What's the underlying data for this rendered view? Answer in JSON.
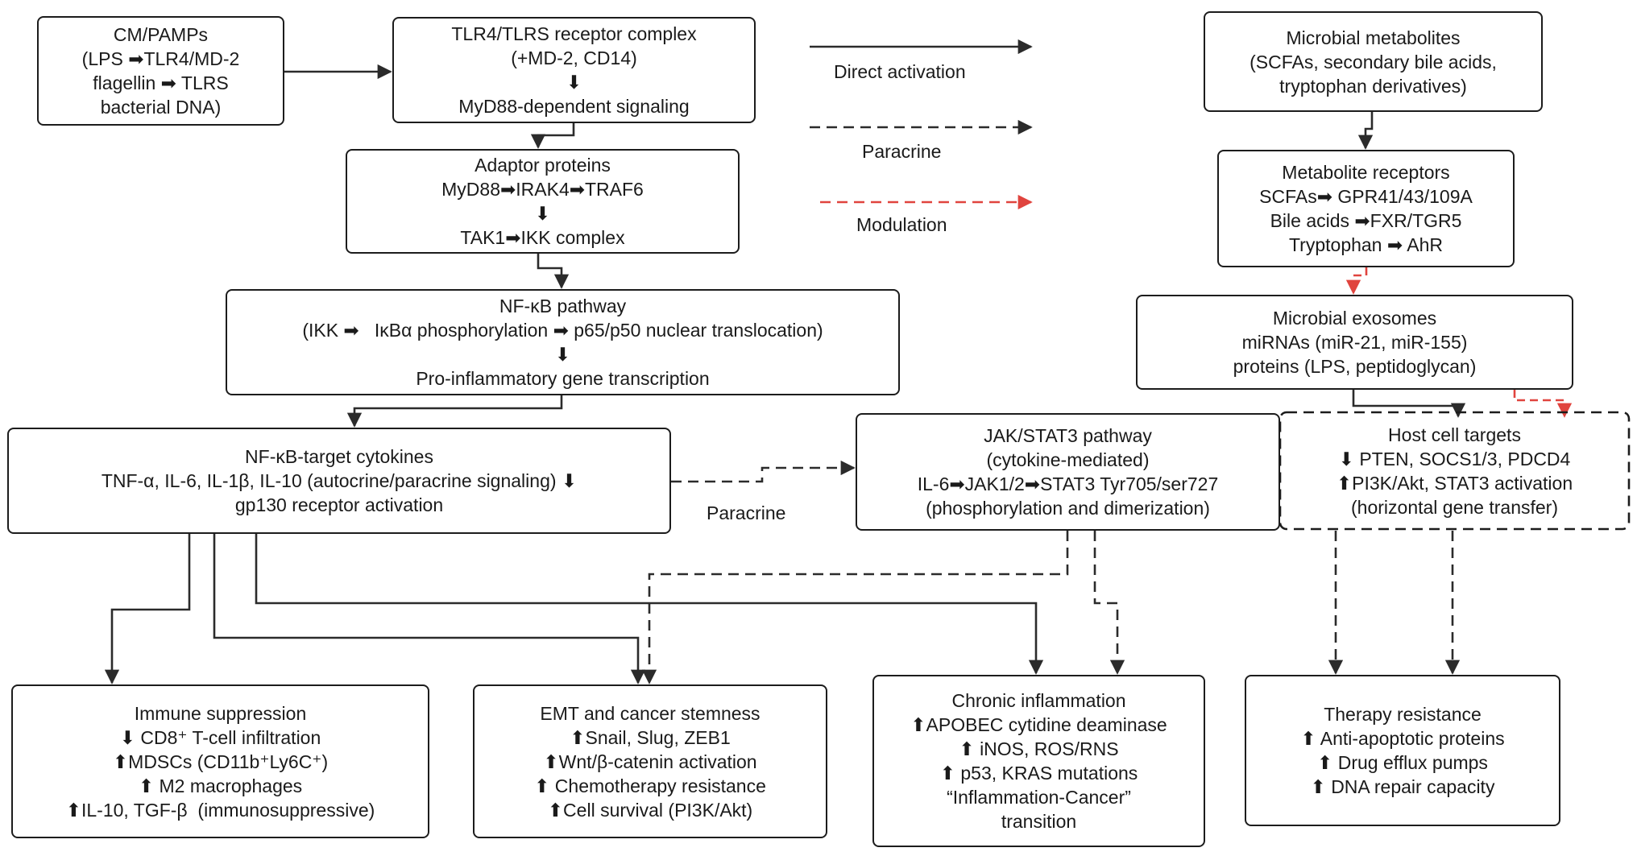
{
  "colors": {
    "line": "#2b2b2b",
    "modulation": "#e0443e",
    "text": "#1a1a1a"
  },
  "legend": {
    "direct": "Direct activation",
    "paracrine": "Paracrine",
    "modulation": "Modulation"
  },
  "edge_labels": {
    "paracrine": "Paracrine"
  },
  "nodes": {
    "cm_pamps": [
      "CM/PAMPs",
      "(LPS ➡TLR4/MD-2",
      "flagellin ➡ TLRS",
      "bacterial DNA)"
    ],
    "tlr4": [
      "TLR4/TLRS receptor complex",
      "(+MD-2, CD14)",
      "⬇",
      "MyD88-dependent signaling"
    ],
    "adaptor": [
      "Adaptor proteins",
      "MyD88➡IRAK4➡TRAF6",
      "⬇",
      "TAK1➡IKK complex"
    ],
    "nfkb": [
      "NF-κB pathway",
      "(IKK ➡   IκBα phosphorylation ➡ p65/p50 nuclear translocation)",
      "⬇",
      "Pro-inflammatory gene transcription"
    ],
    "cytokines": [
      "NF-κB-target cytokines",
      "TNF-α, IL-6, IL-1β, IL-10 (autocrine/paracrine signaling) ⬇",
      "gp130 receptor activation"
    ],
    "jak": [
      "JAK/STAT3 pathway",
      "(cytokine-mediated)",
      "IL-6➡JAK1/2➡STAT3 Tyr705/ser727",
      "(phosphorylation and dimerization)"
    ],
    "metabolites": [
      "Microbial metabolites",
      "(SCFAs, secondary bile acids,",
      "tryptophan derivatives)"
    ],
    "receptors": [
      "Metabolite receptors",
      "SCFAs➡ GPR41/43/109A",
      "Bile acids ➡FXR/TGR5",
      "Tryptophan ➡ AhR"
    ],
    "exosomes": [
      "Microbial exosomes",
      "miRNAs (miR-21, miR-155)",
      "proteins (LPS, peptidoglycan)"
    ],
    "host": [
      "Host cell targets",
      "⬇ PTEN, SOCS1/3, PDCD4",
      "⬆PI3K/Akt, STAT3 activation",
      "(horizontal gene transfer)"
    ],
    "immune": [
      "Immune suppression",
      "⬇ CD8⁺ T-cell infiltration",
      "⬆MDSCs (CD11b⁺Ly6C⁺)",
      "⬆ M2 macrophages",
      "⬆IL-10, TGF-β  (immunosuppressive)"
    ],
    "emt": [
      "EMT and cancer stemness",
      "⬆Snail, Slug, ZEB1",
      "⬆Wnt/β-catenin activation",
      "⬆ Chemotherapy resistance",
      "⬆Cell survival (PI3K/Akt)"
    ],
    "chronic": [
      "Chronic inflammation",
      "⬆APOBEC cytidine deaminase",
      "⬆ iNOS, ROS/RNS",
      "⬆ p53, KRAS mutations",
      "“Inflammation-Cancer”",
      "transition"
    ],
    "therapy": [
      "Therapy resistance",
      "⬆ Anti-apoptotic proteins",
      "⬆ Drug efflux pumps",
      "⬆ DNA repair capacity"
    ]
  }
}
